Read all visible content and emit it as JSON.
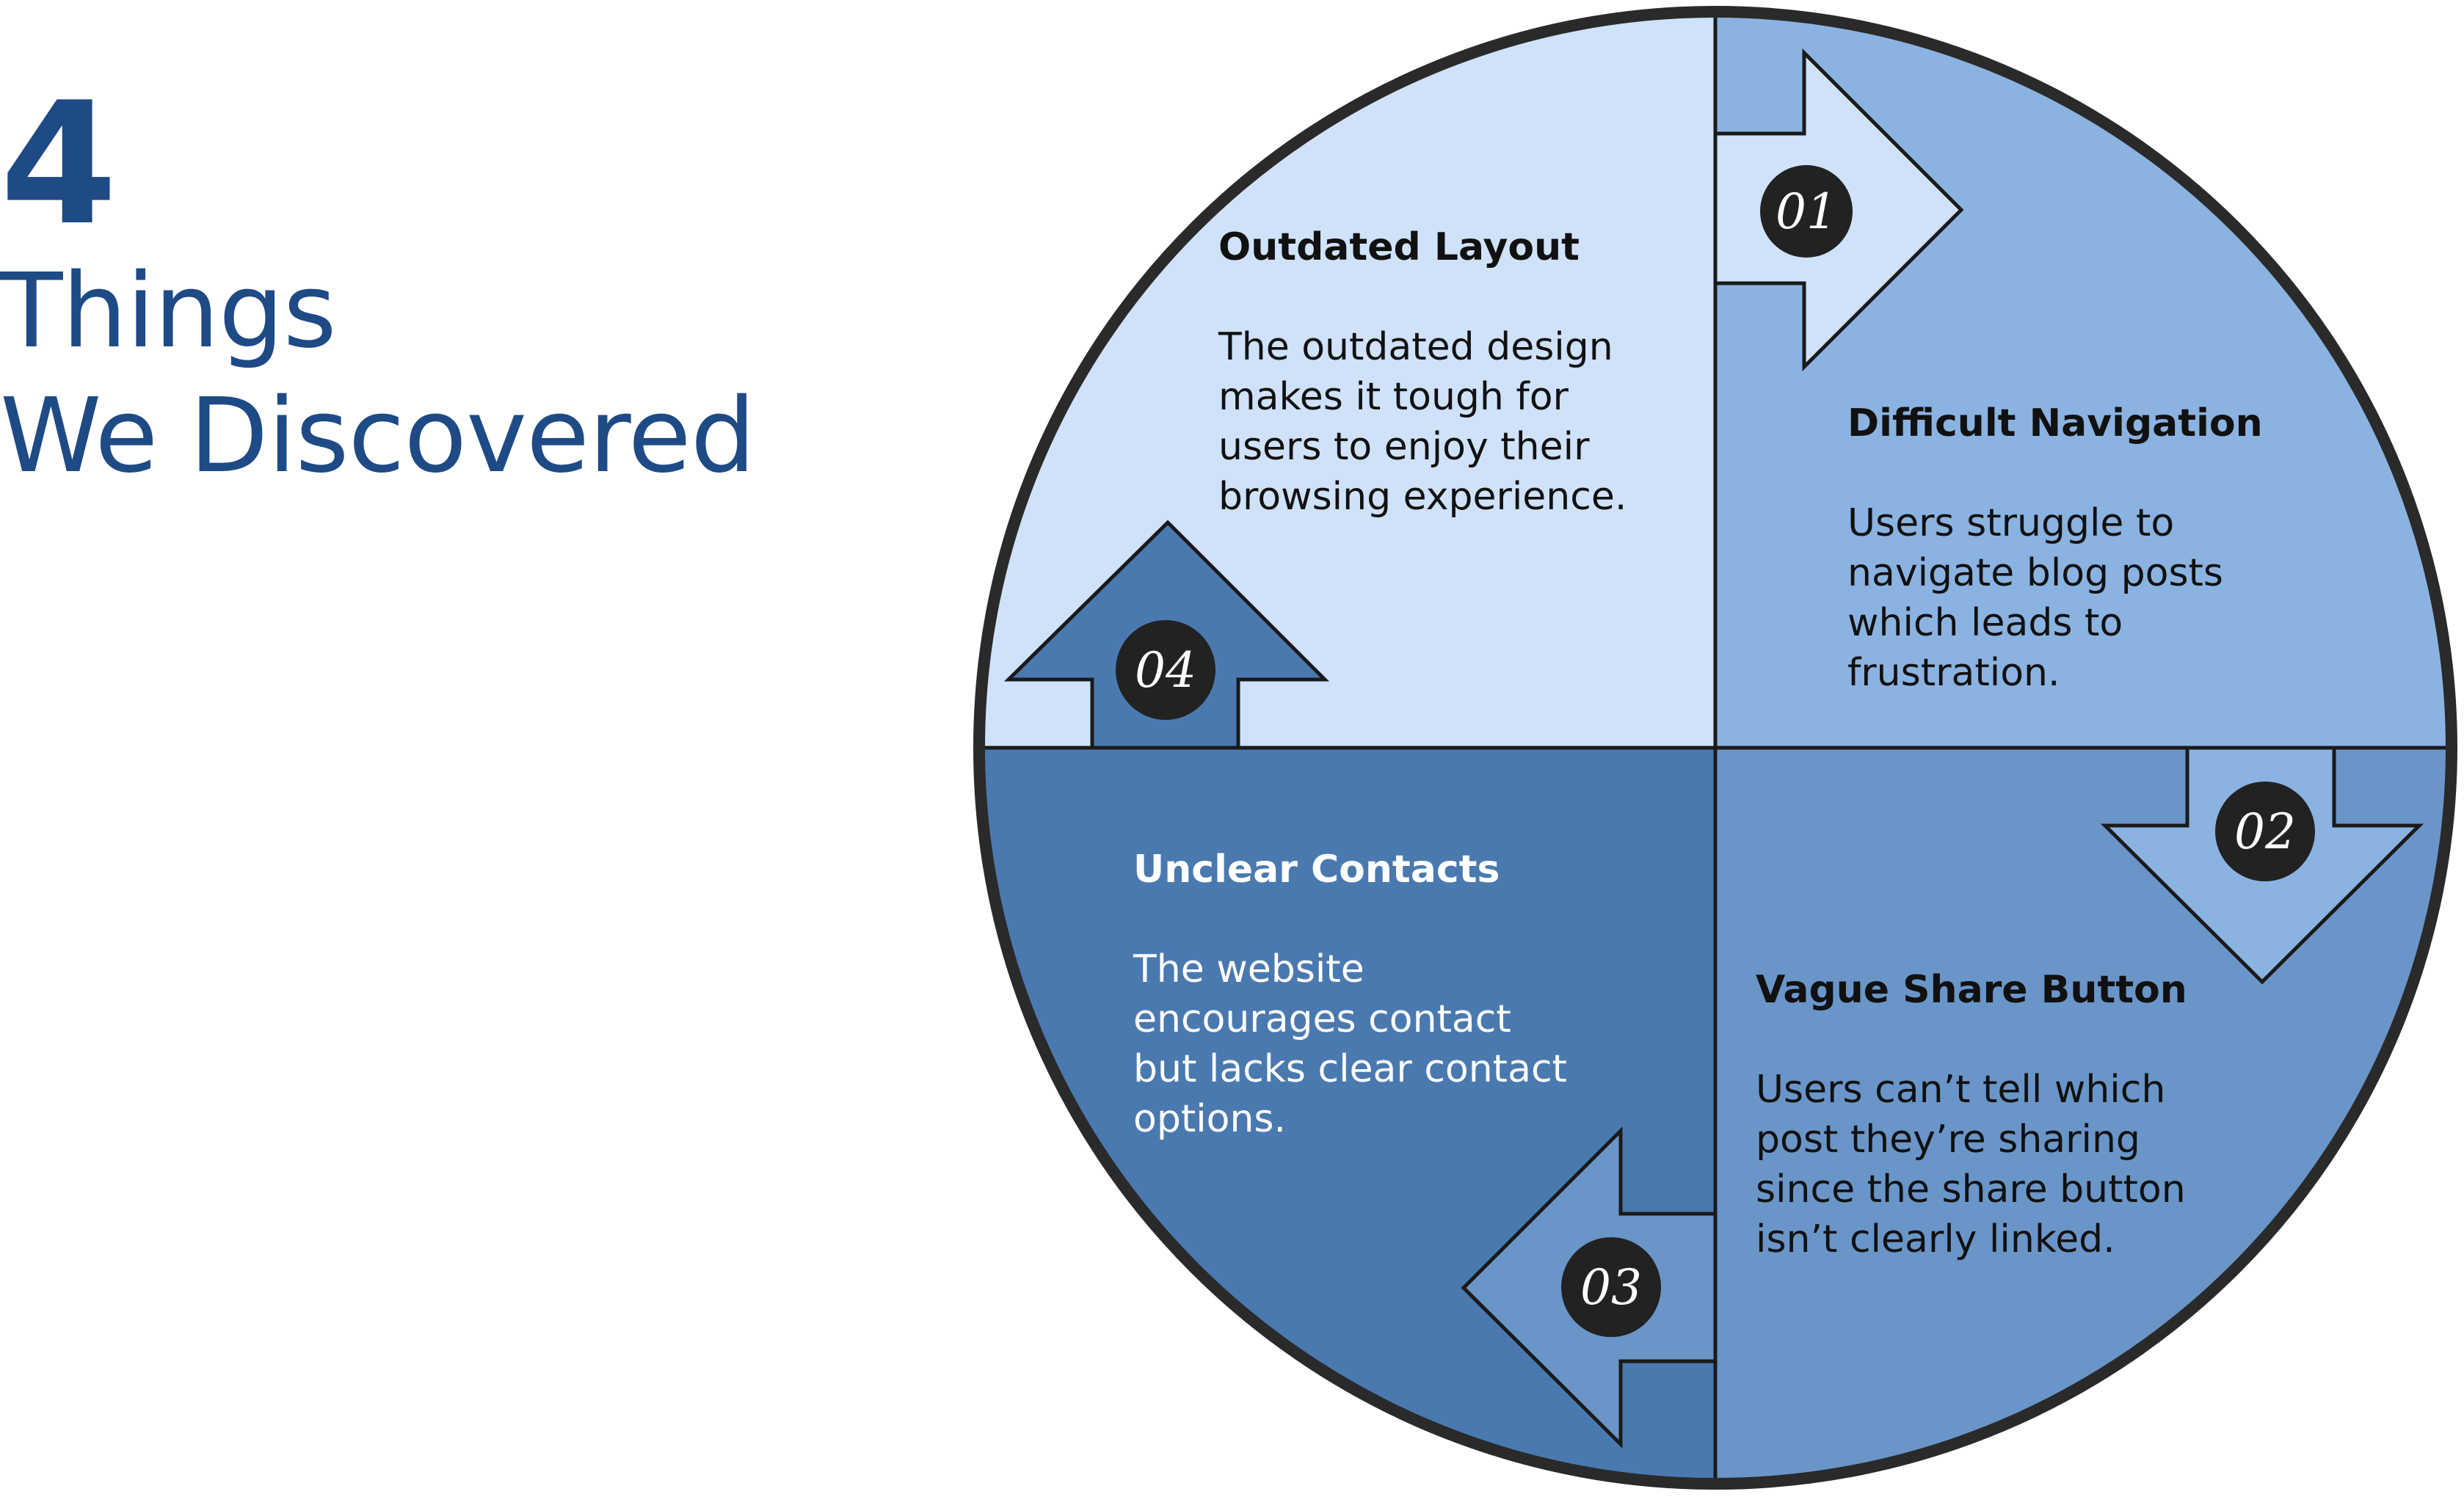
{
  "heading": {
    "number": "4",
    "line1": "Things",
    "line2": "We Discovered"
  },
  "colors": {
    "heading": "#1e4a86",
    "q1_fill": "#cfe2fa",
    "q2_fill": "#8bb3e1",
    "q3_fill": "#6a95c8",
    "q4_fill": "#4a79b0",
    "circle_border": "#2a2a2a",
    "badge_fill": "#222222",
    "badge_text": "#ffffff"
  },
  "items": [
    {
      "badge": "01",
      "title": "Outdated Layout",
      "body": [
        "The outdated design",
        "makes it tough for",
        "users to enjoy their",
        "browsing experience."
      ]
    },
    {
      "badge": "02",
      "title": "Difficult Navigation",
      "body": [
        "Users struggle to",
        "navigate blog posts",
        "which leads to",
        "frustration."
      ]
    },
    {
      "badge": "03",
      "title": "Vague Share Button",
      "body": [
        "Users can’t tell which",
        "post they’re sharing",
        "since the share button",
        "isn’t clearly linked."
      ]
    },
    {
      "badge": "04",
      "title": "Unclear Contacts",
      "body": [
        "The website",
        "encourages contact",
        "but lacks clear contact",
        "options."
      ]
    }
  ]
}
